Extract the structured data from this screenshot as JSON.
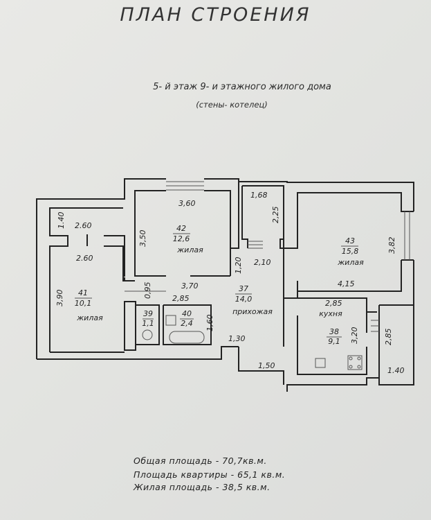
{
  "title": "ПЛАН СТРОЕНИЯ",
  "subtitle": "5- й этаж 9- и этажного жилого дома",
  "wall_note": "(стены- котелец)",
  "rooms": [
    {
      "num": "41",
      "area": "10,1",
      "name": "жилая"
    },
    {
      "num": "42",
      "area": "12,6",
      "name": "жилая"
    },
    {
      "num": "43",
      "area": "15,8",
      "name": "жилая"
    },
    {
      "num": "37",
      "area": "14,0",
      "name": "прихожая"
    },
    {
      "num": "38",
      "area": "9,1",
      "name": "кухня"
    },
    {
      "num": "39",
      "area": "1,1"
    },
    {
      "num": "40",
      "area": "2,4"
    }
  ],
  "dimensions": {
    "d140a": "1.40",
    "d260a": "2.60",
    "d260b": "2.60",
    "d390": "3,90",
    "d360": "3,60",
    "d350": "3,50",
    "d095": "0,95",
    "d370": "3,70",
    "d285a": "2,85",
    "d160": "1,60",
    "d168": "1,68",
    "d225": "2,25",
    "d120": "1,20",
    "d210": "2,10",
    "d382": "3,82",
    "d415": "4,15",
    "d285b": "2,85",
    "d320": "3,20",
    "d285c": "2,85",
    "d130": "1,30",
    "d150": "1,50",
    "d140b": "1.40"
  },
  "summary": [
    "Общая площадь - 70,7кв.м.",
    "Площадь квартиры - 65,1 кв.м.",
    "Жилая площадь - 38,5 кв.м."
  ]
}
